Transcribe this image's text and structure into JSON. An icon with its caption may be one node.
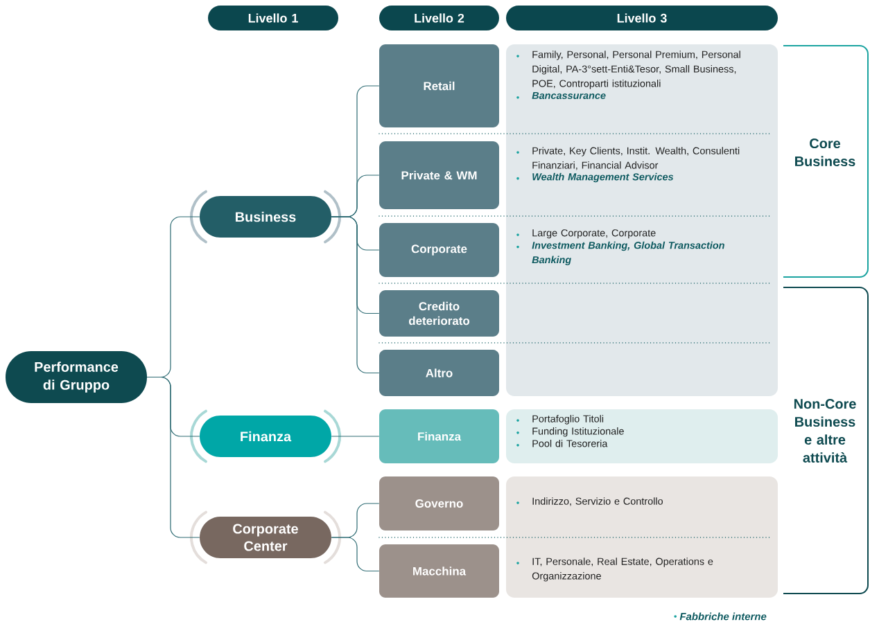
{
  "diagram": {
    "nodes": [
      {
        "text": [
          "Livello 1"
        ]
      },
      {
        "text": [
          "Livello 2"
        ]
      },
      {
        "text": [
          "Livello 3"
        ]
      },
      {
        "text": [
          "Performance di Gruppo"
        ]
      },
      {
        "text": [
          "Business"
        ]
      },
      {
        "text": [
          "Finanza"
        ]
      },
      {
        "text": [
          "Corporate Center"
        ]
      },
      {
        "text": [
          "Retail"
        ]
      },
      {
        "text": [
          "Private & WM"
        ]
      },
      {
        "text": [
          "Corporate"
        ]
      },
      {
        "text": [
          "Credito deteriorato"
        ]
      },
      {
        "text": [
          "Altro"
        ]
      },
      {
        "text": [
          "Finanza"
        ]
      },
      {
        "text": [
          "Governo"
        ]
      },
      {
        "text": [
          "Macchina"
        ]
      },
      {
        "text": [
          "Family, Personal, Personal Premium, Personal Digital, PA-3°sett-Enti&Tesor, Small Business, POE, Controparti istituzionali",
          "Bancassurance",
          "Private, Key Clients, Instit. Wealth, Consulenti Finanziari, Financial Advisor",
          "Wealth Management Services",
          "Large Corporate, Corporate",
          "Investment Banking, Global Transaction Banking"
        ]
      },
      {
        "text": [
          "Portafoglio Titoli",
          "Funding Istituzionale",
          "Pool di Tesoreria"
        ]
      },
      {
        "text": [
          "Indirizzo, Servizio e Controllo",
          "IT, Personale, Real Estate, Operations e Organizzazione"
        ]
      }
    ],
    "edges": [
      {
        "from": 3,
        "to": 4,
        "arrow": "none"
      },
      {
        "from": 3,
        "to": 5,
        "arrow": "none"
      },
      {
        "from": 3,
        "to": 6,
        "arrow": "none"
      },
      {
        "from": 4,
        "to": 7,
        "arrow": "none"
      },
      {
        "from": 4,
        "to": 8,
        "arrow": "none"
      },
      {
        "from": 4,
        "to": 9,
        "arrow": "none"
      },
      {
        "from": 4,
        "to": 10,
        "arrow": "none"
      },
      {
        "from": 4,
        "to": 11,
        "arrow": "none"
      },
      {
        "from": 5,
        "to": 12,
        "arrow": "none"
      },
      {
        "from": 6,
        "to": 13,
        "arrow": "none"
      },
      {
        "from": 6,
        "to": 14,
        "arrow": "none"
      }
    ],
    "labels": [
      "Core Business",
      "Non-Core Business e altre attività"
    ],
    "legend": [
      {
        "text": "Fabbriche interne"
      }
    ]
  }
}
